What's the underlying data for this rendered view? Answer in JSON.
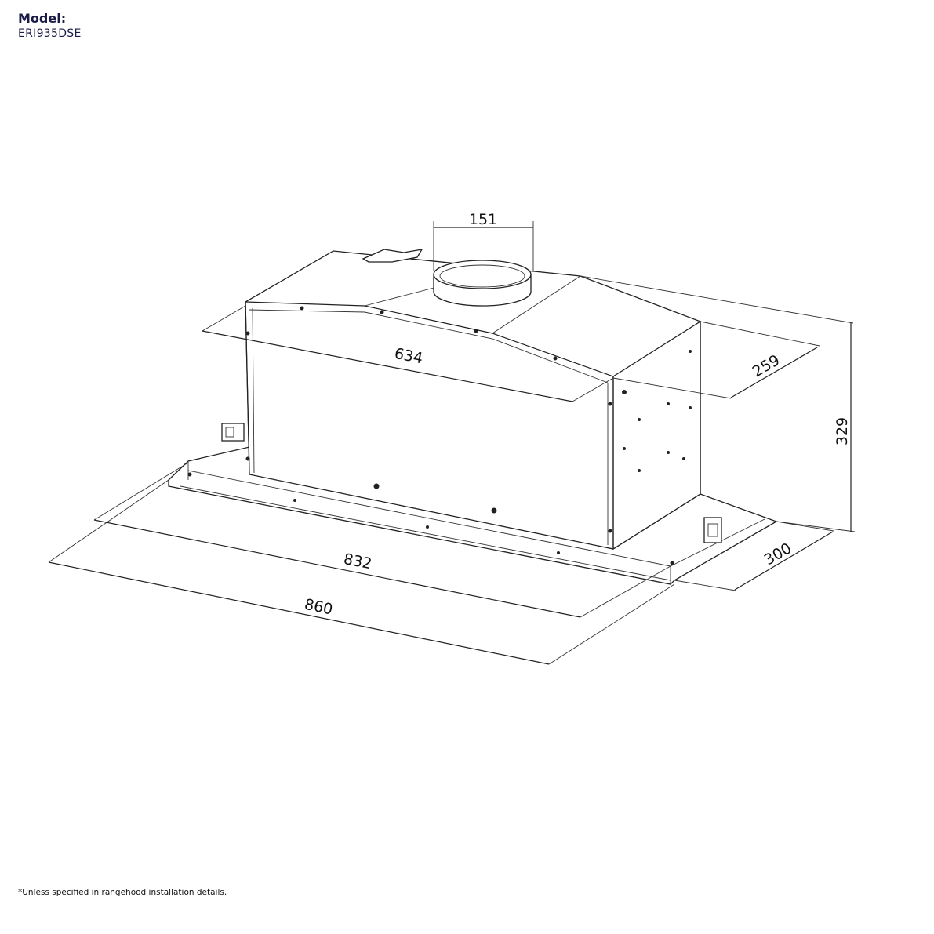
{
  "header": {
    "label": "Model:",
    "model": "ERI935DSE"
  },
  "dimensions": {
    "duct_diameter": "151",
    "inner_width": "634",
    "inner_depth": "259",
    "height": "329",
    "tray_width": "832",
    "overall_width": "860",
    "overall_depth": "300"
  },
  "footnote": "*Unless specified in rangehood installation details."
}
